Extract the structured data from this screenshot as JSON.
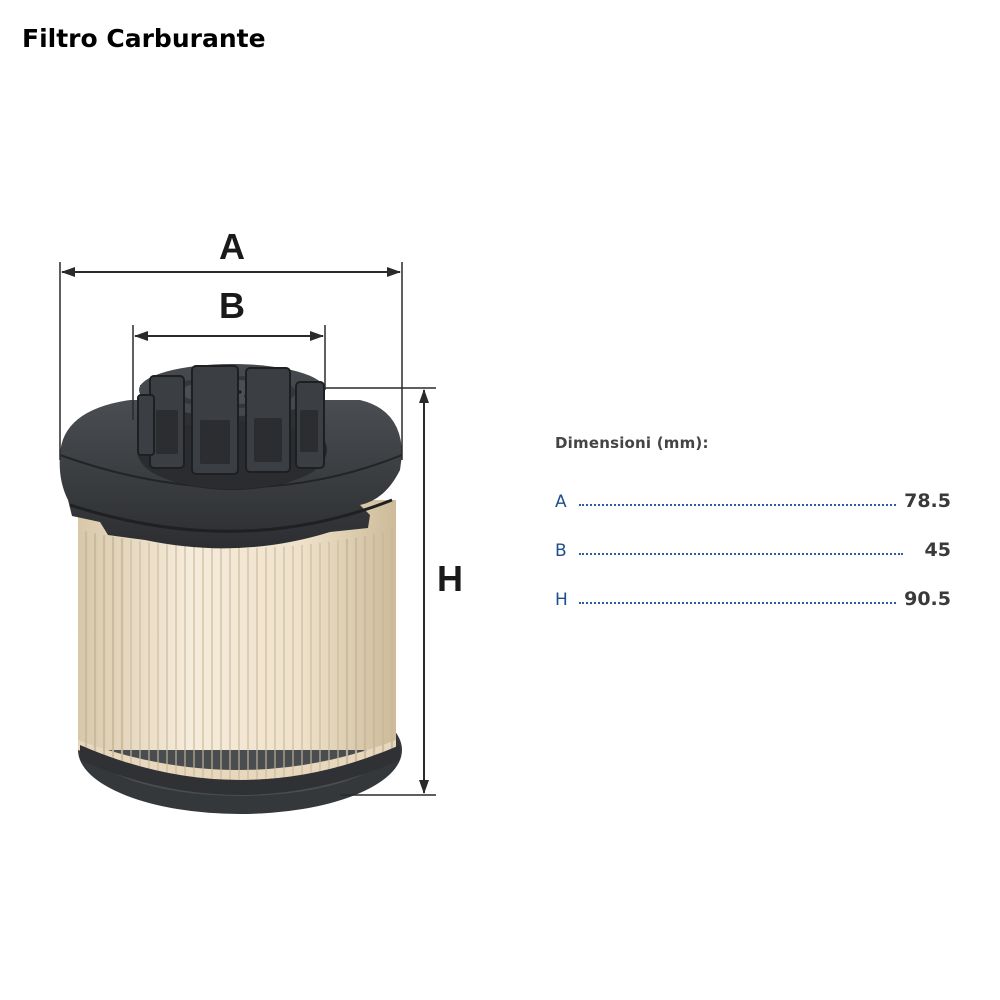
{
  "header": {
    "title": "Filtro Carburante"
  },
  "diagram": {
    "labels": {
      "a": "A",
      "b": "B",
      "h": "H"
    },
    "colors": {
      "cap": "#3d4043",
      "cap_dark": "#232527",
      "media": "#efe3cf",
      "media_shade": "#c9b89b",
      "dimension_line": "#2a2a2a"
    }
  },
  "specs": {
    "heading": "Dimensioni (mm):",
    "rows": [
      {
        "key": "A",
        "value": "78.5"
      },
      {
        "key": "B",
        "value": "45"
      },
      {
        "key": "H",
        "value": "90.5"
      }
    ],
    "colors": {
      "key": "#1e4e8c",
      "dots": "#2b5ea4",
      "value": "#3a3a3a"
    }
  }
}
